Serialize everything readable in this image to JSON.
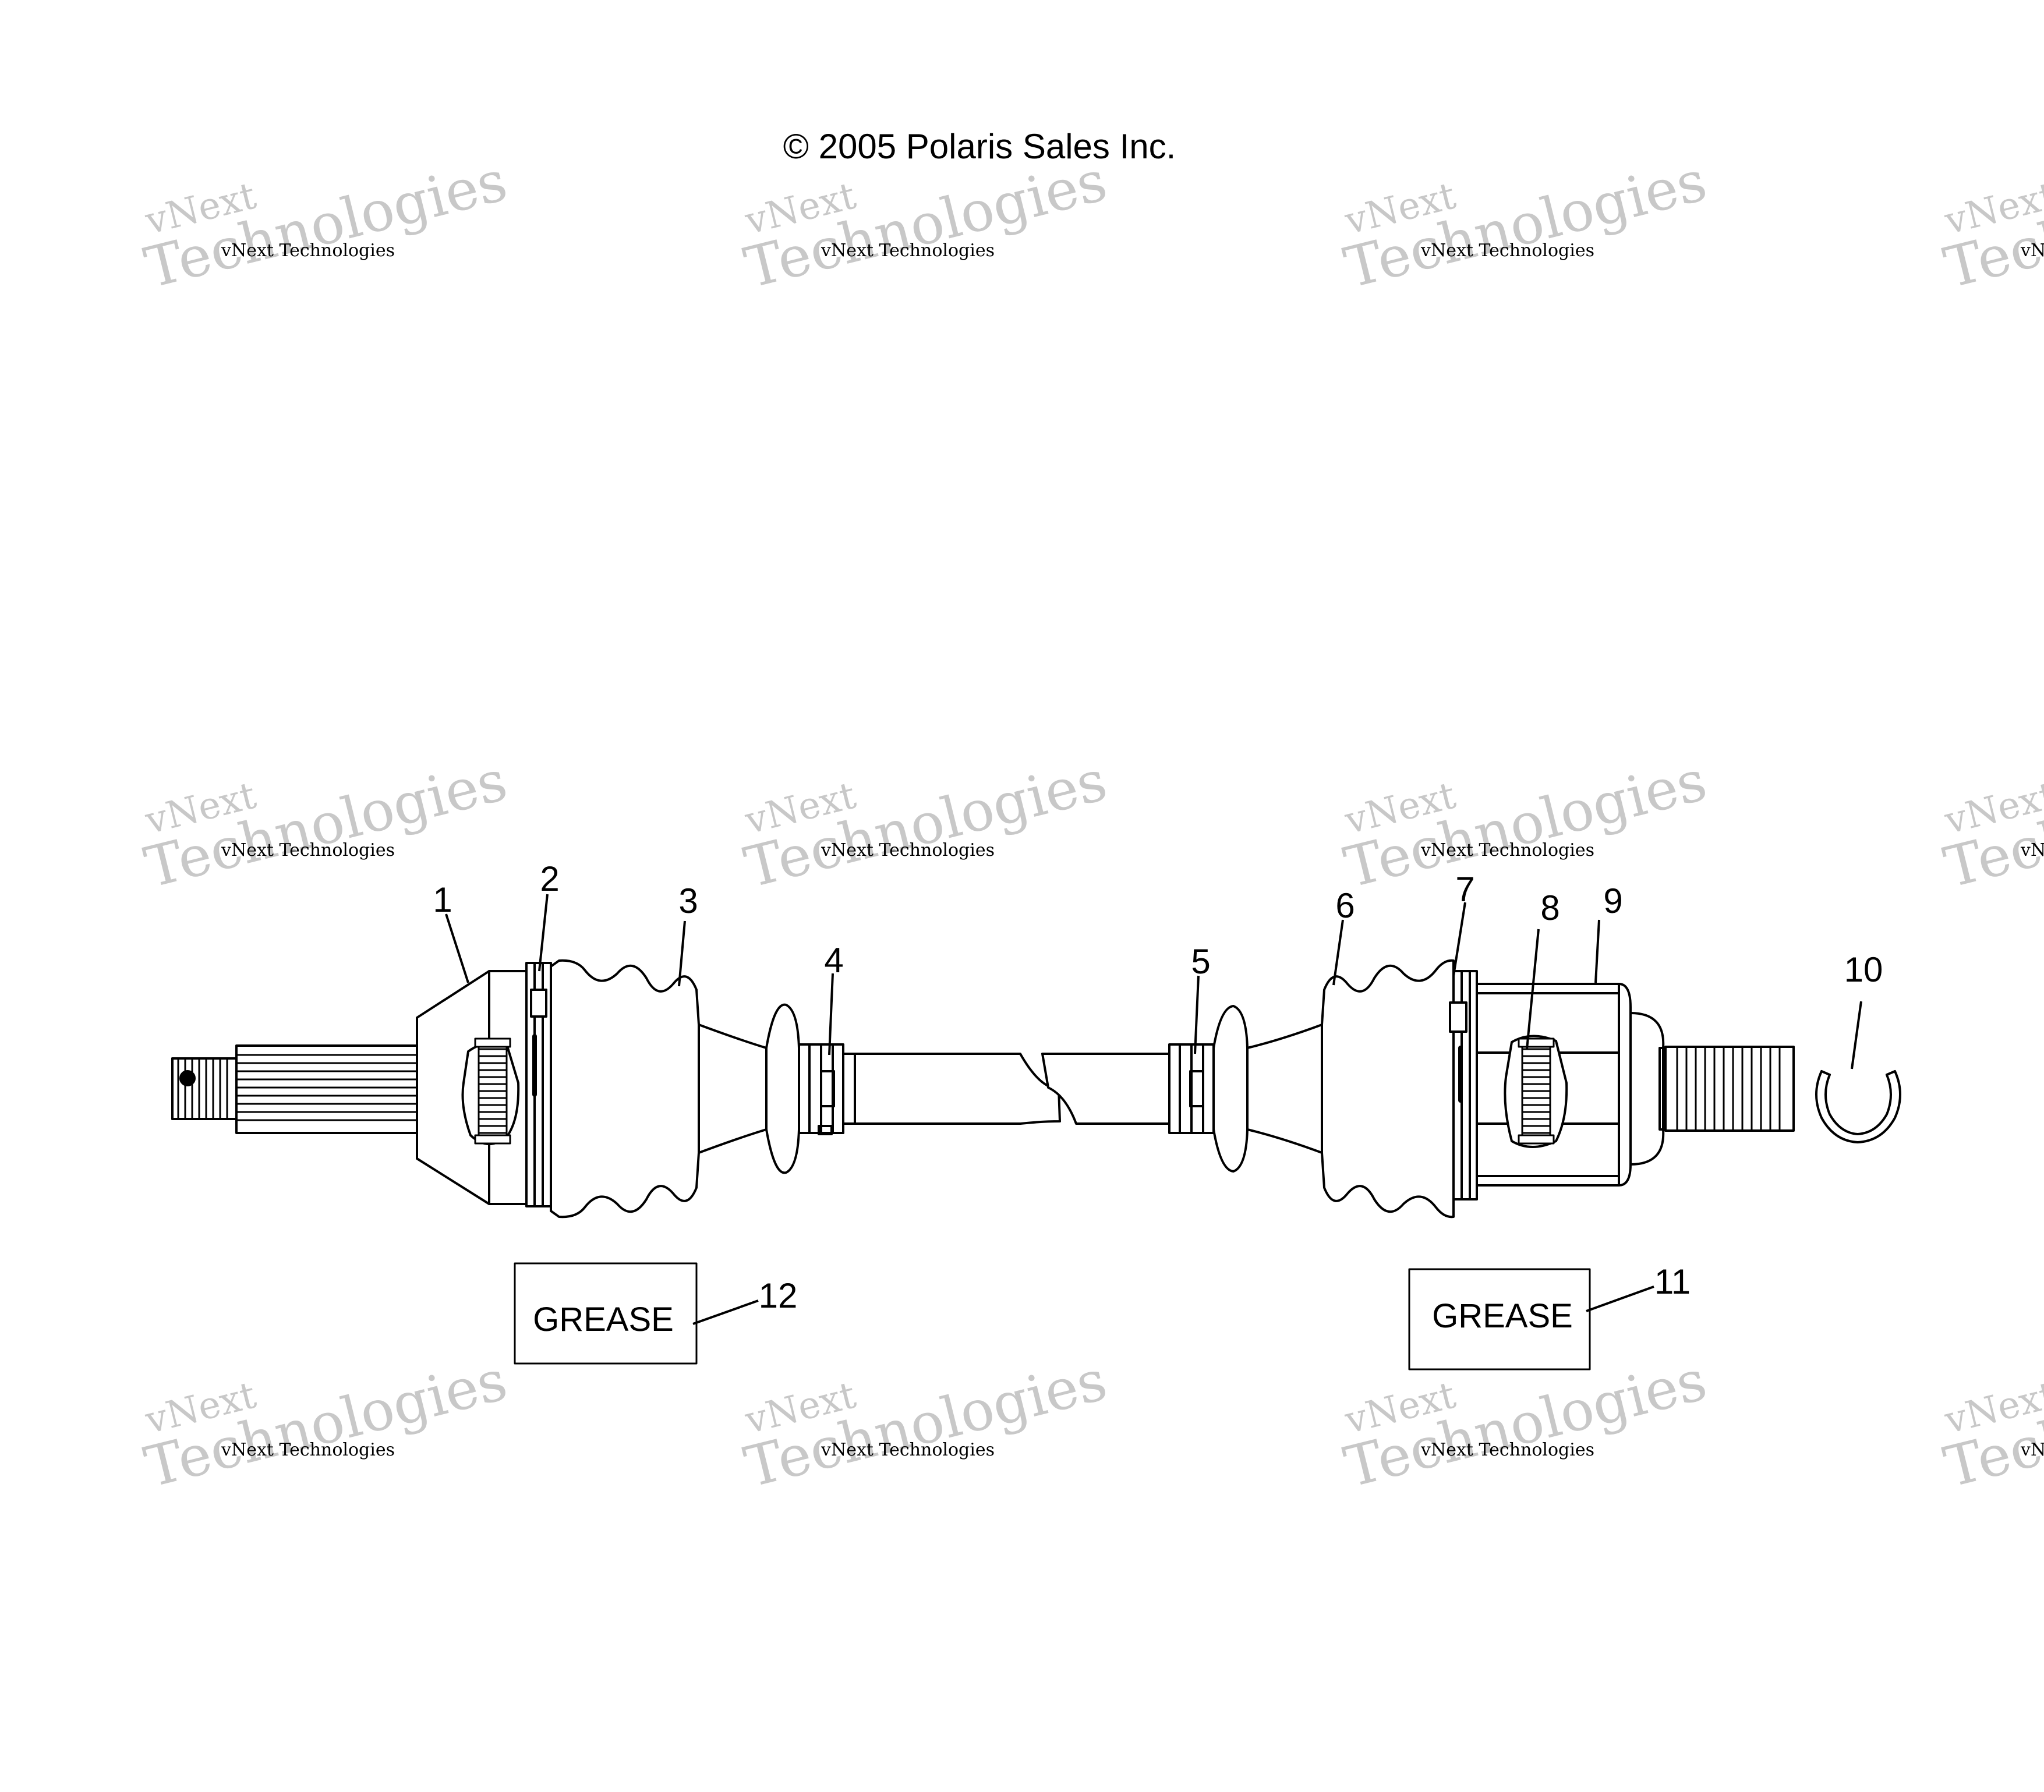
{
  "copyright": "© 2005 Polaris Sales Inc.",
  "watermark": {
    "line_small": "vNext Technologies",
    "line_top": "vNext",
    "line_big": "Technologies",
    "color": "#c8c8c8"
  },
  "callouts": [
    {
      "id": "1",
      "label": "1"
    },
    {
      "id": "2",
      "label": "2"
    },
    {
      "id": "3",
      "label": "3"
    },
    {
      "id": "4",
      "label": "4"
    },
    {
      "id": "5",
      "label": "5"
    },
    {
      "id": "6",
      "label": "6"
    },
    {
      "id": "7",
      "label": "7"
    },
    {
      "id": "8",
      "label": "8"
    },
    {
      "id": "9",
      "label": "9"
    },
    {
      "id": "10",
      "label": "10"
    },
    {
      "id": "11",
      "label": "11"
    },
    {
      "id": "12",
      "label": "12"
    }
  ],
  "grease_boxes": [
    {
      "label": "GREASE",
      "callout": "12"
    },
    {
      "label": "GREASE",
      "callout": "11"
    }
  ],
  "colors": {
    "line": "#000000",
    "background": "#ffffff"
  }
}
